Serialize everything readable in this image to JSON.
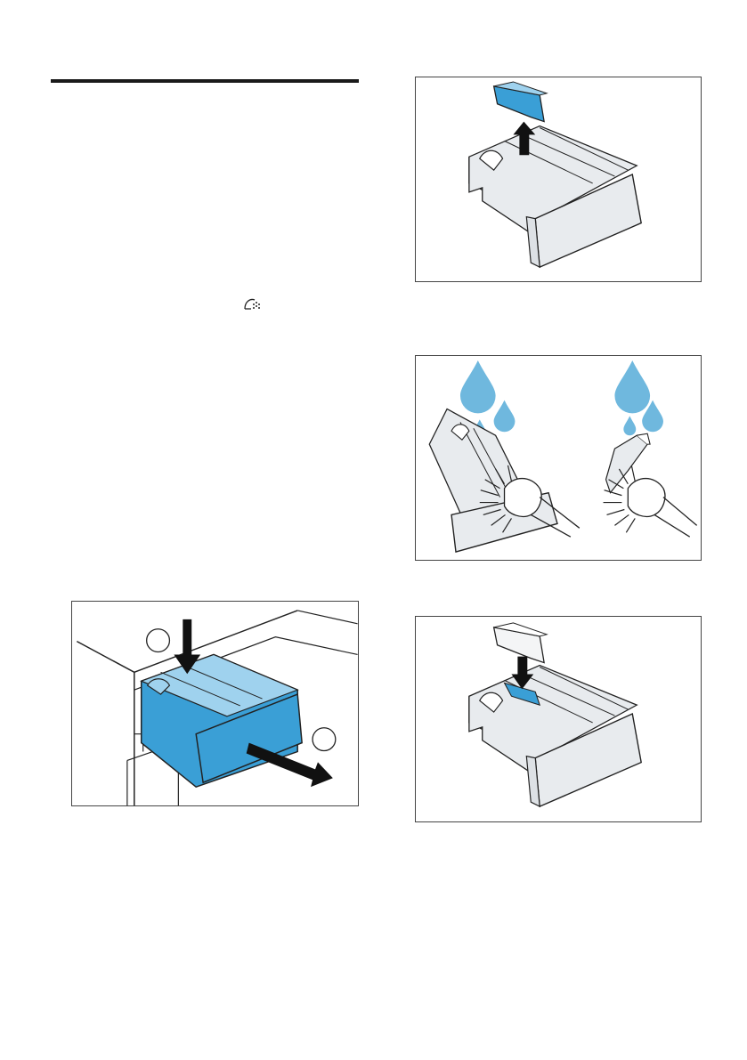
{
  "colors": {
    "accent_blue": "#3a9fd6",
    "light_blue": "#9fd2ee",
    "water_blue": "#6fb8de",
    "drawer_grey": "#e8ebee",
    "line": "#222222"
  },
  "icons": {
    "inline_symbol": "dispenser-rinse-icon"
  },
  "figures": [
    {
      "name": "pull-out-drawer"
    },
    {
      "name": "remove-siphon-insert"
    },
    {
      "name": "clean-drawer-and-insert"
    },
    {
      "name": "refit-siphon-insert"
    }
  ]
}
